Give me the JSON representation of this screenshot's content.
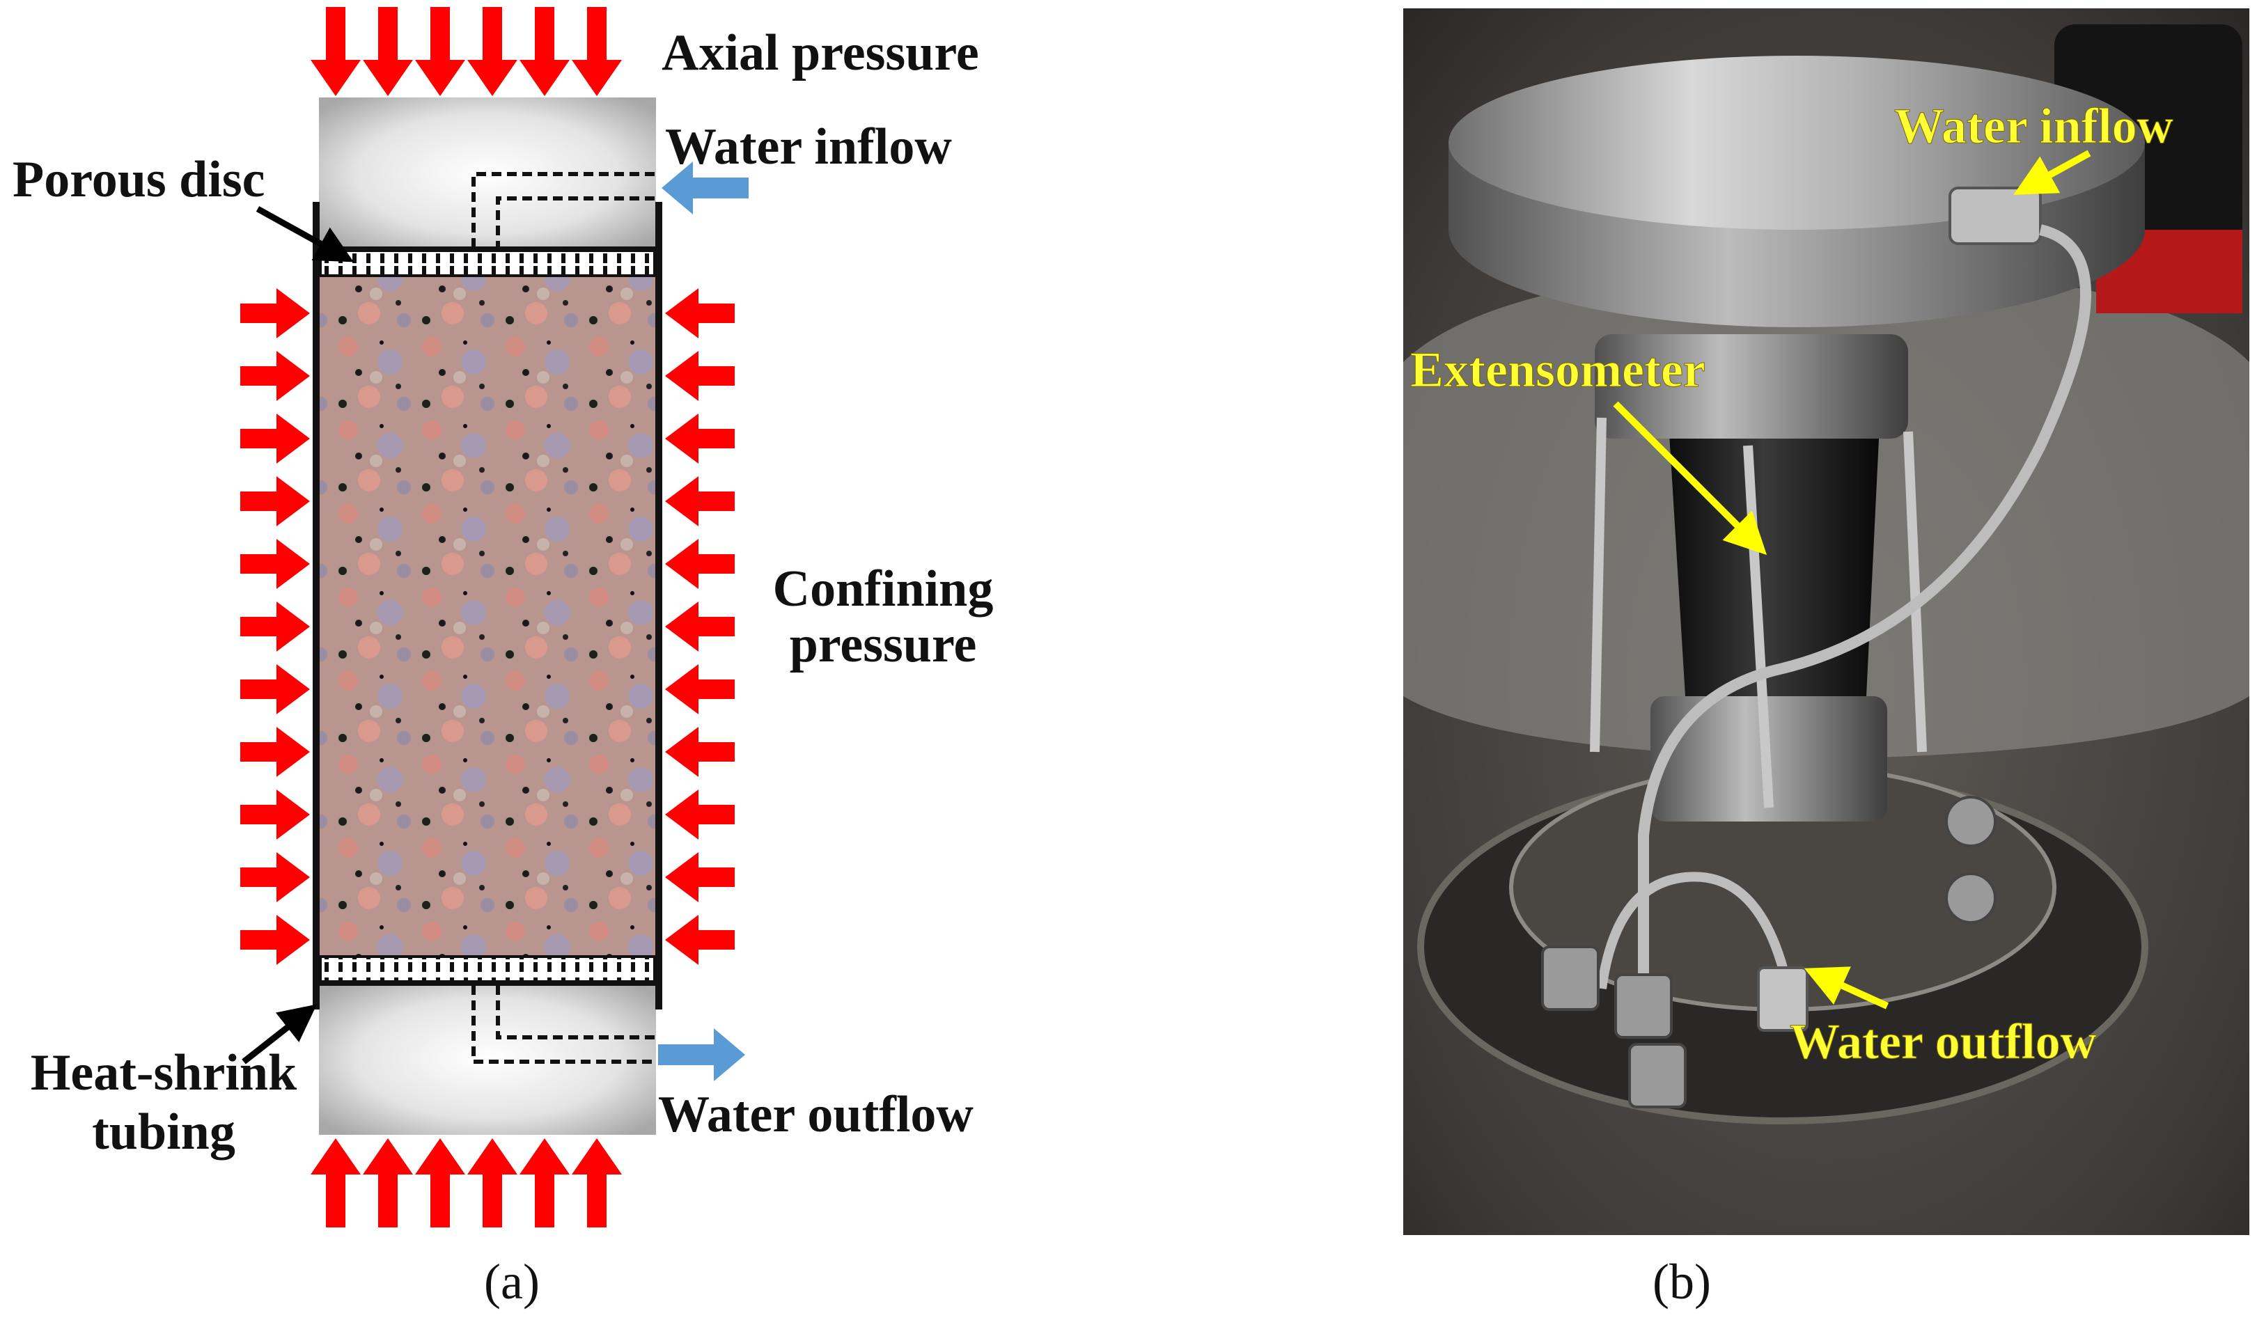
{
  "panel_a": {
    "caption": "(a)",
    "labels": {
      "axial_pressure": "Axial pressure",
      "water_inflow": "Water inflow",
      "porous_disc": "Porous disc",
      "confining_pressure_line1": "Confining",
      "confining_pressure_line2": "pressure",
      "heat_shrink_line1": "Heat-shrink",
      "heat_shrink_line2": "tubing",
      "water_outflow": "Water outflow"
    },
    "colors": {
      "pressure_arrow": "#ff0000",
      "water_arrow": "#5b9bd5",
      "granite_base": "#b8958f"
    }
  },
  "panel_b": {
    "caption": "(b)",
    "labels": {
      "water_inflow": "Water inflow",
      "extensometer": "Extensometer",
      "water_outflow": "Water outflow"
    },
    "colors": {
      "label_yellow": "#ffff33"
    }
  }
}
